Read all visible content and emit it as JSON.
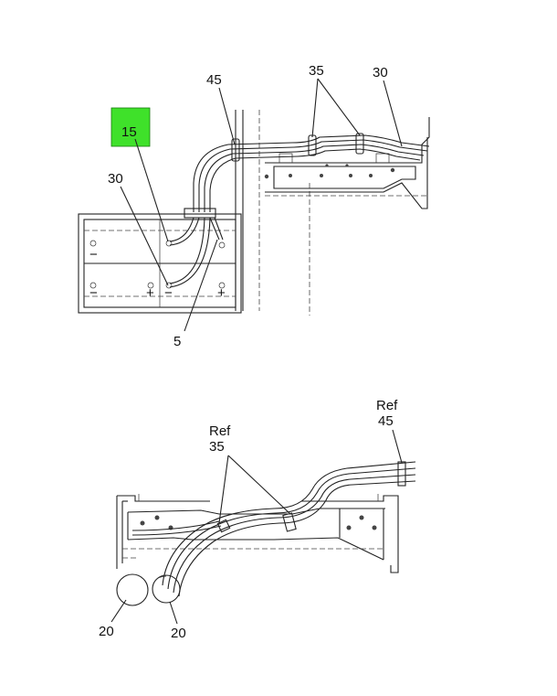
{
  "callouts": {
    "top_45": "45",
    "top_35": "35",
    "top_30_right": "30",
    "top_15": "15",
    "top_30_left": "30",
    "top_5": "5",
    "bottom_ref_35": "Ref",
    "bottom_35": "35",
    "bottom_ref_45": "Ref",
    "bottom_45": "45",
    "bottom_20_left": "20",
    "bottom_20_right": "20"
  },
  "terminal_marks": {
    "minus": "−",
    "plus": "+"
  },
  "colors": {
    "highlight": "#3fe12a",
    "line": "#222222"
  }
}
